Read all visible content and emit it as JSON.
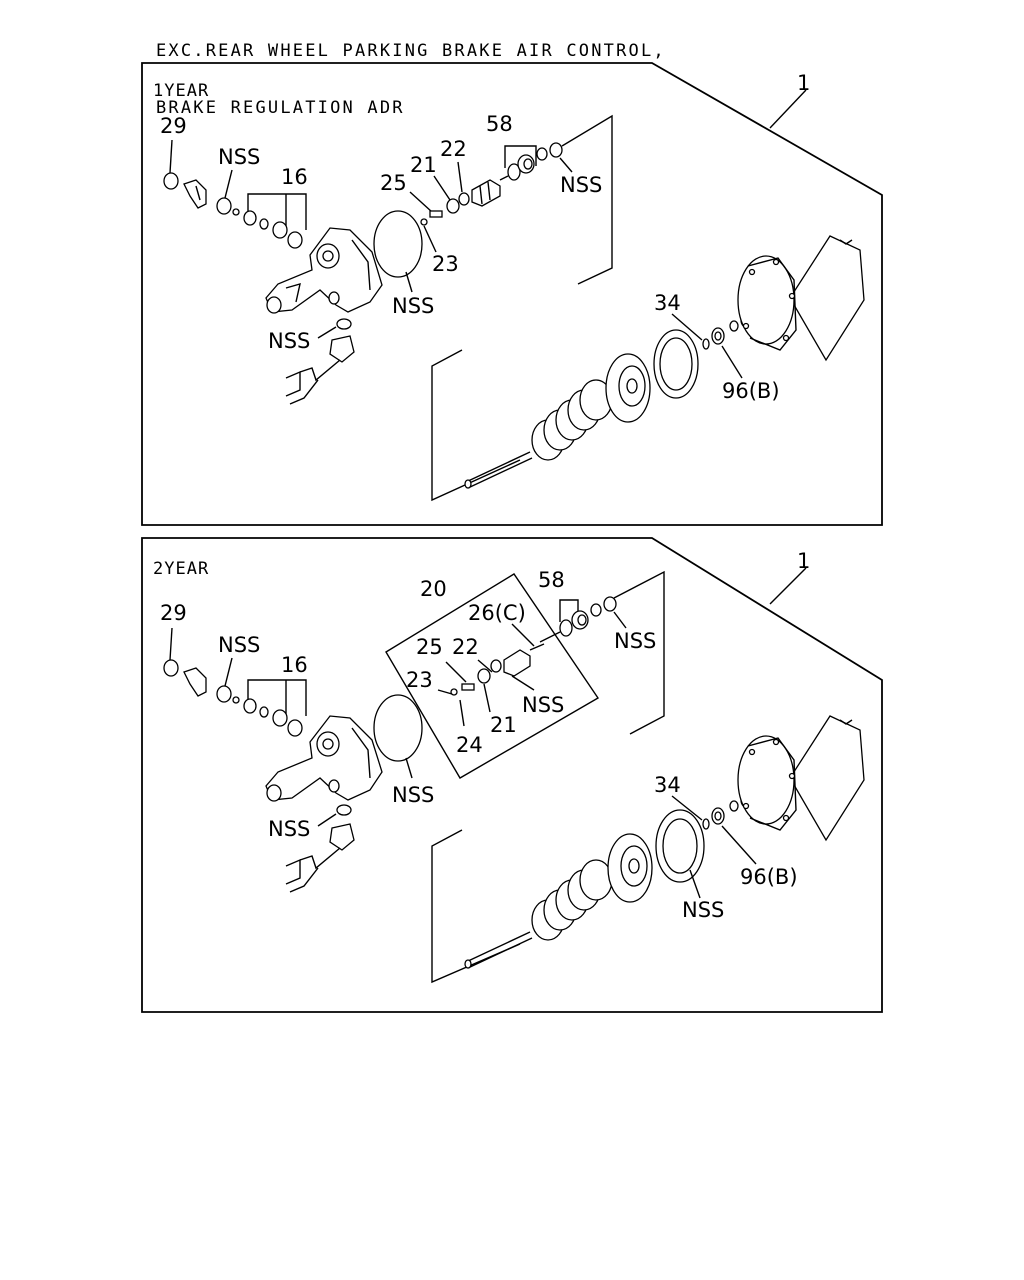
{
  "header": {
    "line1": "EXC.REAR WHEEL PARKING BRAKE AIR CONTROL,",
    "line2": "BRAKE REGULATION ADR"
  },
  "panels": [
    {
      "id": "1year",
      "tag": "1YEAR",
      "callouts": {
        "assembly": "1",
        "c29": "29",
        "nss_a": "NSS",
        "c16": "16",
        "c21": "21",
        "c22": "22",
        "c25": "25",
        "c58": "58",
        "nss_b": "NSS",
        "c23": "23",
        "nss_c": "NSS",
        "nss_d": "NSS",
        "c34": "34",
        "c96": "96(B)"
      }
    },
    {
      "id": "2year",
      "tag": "2YEAR",
      "callouts": {
        "assembly": "1",
        "c29": "29",
        "nss_a": "NSS",
        "c16": "16",
        "c20": "20",
        "c58": "58",
        "c26": "26(C)",
        "nss_b": "NSS",
        "c25": "25",
        "c22": "22",
        "c23": "23",
        "nss_e": "NSS",
        "c24": "24",
        "c21": "21",
        "nss_c": "NSS",
        "nss_d": "NSS",
        "c34": "34",
        "c96": "96(B)",
        "nss_f": "NSS"
      }
    }
  ]
}
